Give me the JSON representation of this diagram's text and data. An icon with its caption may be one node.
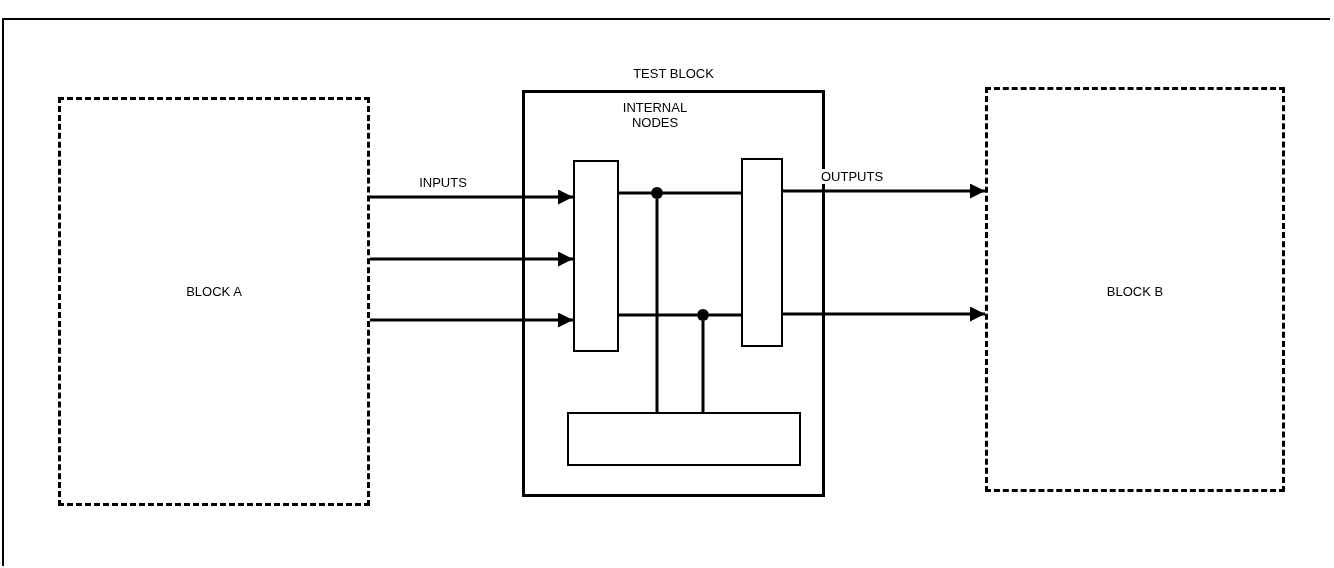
{
  "diagram": {
    "nodes": [
      {
        "text": [
          "BLOCK A"
        ]
      },
      {
        "text": [
          "TEST BLOCK",
          "INTERNAL NODES"
        ]
      },
      {
        "text": [],
        "shape": "box",
        "in": 1
      },
      {
        "text": [],
        "shape": "box",
        "in": 1
      },
      {
        "text": [],
        "shape": "box",
        "in": 1
      },
      {
        "text": [],
        "shape": "circle",
        "in": 1
      },
      {
        "text": [],
        "shape": "circle",
        "in": 1
      },
      {
        "text": [
          "BLOCK B"
        ]
      }
    ],
    "edges": [
      {
        "from": 0,
        "to": 2,
        "arrow": "to",
        "label": "INPUTS"
      },
      {
        "from": 0,
        "to": 2,
        "arrow": "to"
      },
      {
        "from": 0,
        "to": 2,
        "arrow": "to"
      },
      {
        "from": 2,
        "to": 5,
        "arrow": "none"
      },
      {
        "from": 5,
        "to": 3,
        "arrow": "none"
      },
      {
        "from": 5,
        "to": 4,
        "arrow": "none"
      },
      {
        "from": 2,
        "to": 6,
        "arrow": "none"
      },
      {
        "from": 6,
        "to": 3,
        "arrow": "none"
      },
      {
        "from": 6,
        "to": 4,
        "arrow": "none"
      },
      {
        "from": 3,
        "to": 7,
        "arrow": "to",
        "label": "OUTPUTS"
      },
      {
        "from": 3,
        "to": 7,
        "arrow": "to"
      }
    ]
  }
}
